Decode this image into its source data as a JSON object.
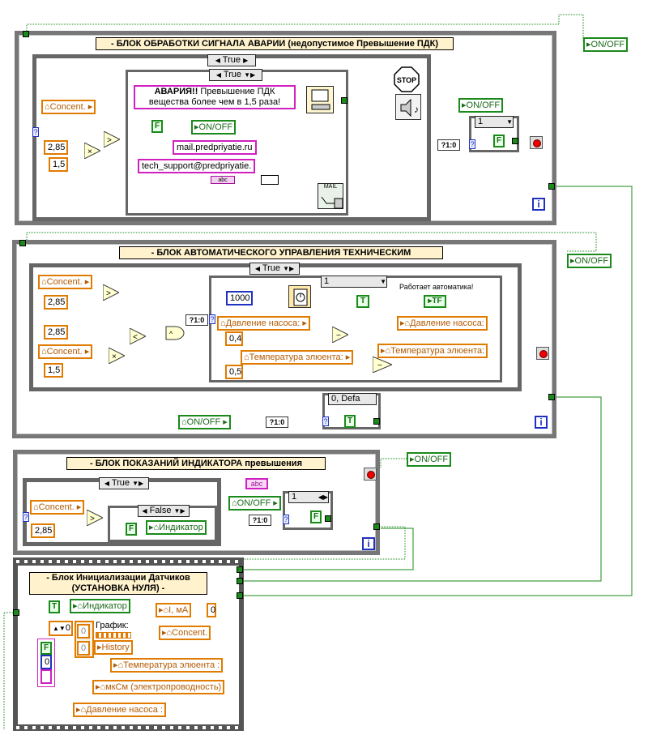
{
  "block1": {
    "title": "- БЛОК ОБРАБОТКИ СИГНАЛА АВАРИИ (недопустимое Превышение ПДК)",
    "outer_case": "True",
    "inner_case": "True",
    "concent": "Concent.",
    "const_285": "2,85",
    "const_15": "1,5",
    "alarm_text_bold": "АВАРИЯ!!",
    "alarm_text_rest": " Превышение ПДК вещества более чем в 1,5 раза!",
    "false_const": "F",
    "onoff_local": "ON/OFF",
    "email1": "mail.predpriyatie.ru",
    "email2": "tech_support@predpriyatie.",
    "mail_label": "MAIL",
    "stop_label": "STOP",
    "onoff_out": "ON/OFF",
    "case_right": "1",
    "f_const2": "F",
    "conv_label": "?1:0",
    "info": "i"
  },
  "onoff_top": "ON/OFF",
  "block2": {
    "title": "- БЛОК АВТОМАТИЧЕСКОГО УПРАВЛЕНИЯ ТЕХНИЧЕСКИМ",
    "case_label": "True",
    "concent1": "Concent.",
    "const_285a": "2,85",
    "const_285b": "2,85",
    "concent2": "Concent.",
    "const_15": "1,5",
    "conv_label": "?1:0",
    "wait_ms": "1000",
    "inner_case": "1",
    "auto_text": "Работает автоматика!",
    "true_const": "T",
    "tf_label": "TF",
    "pressure_in": "Давление насоса:",
    "pressure_out": "Давление насоса:",
    "const_04": "0,4",
    "temp_in": "Температура элюента:",
    "temp_out": "Температура элюента:",
    "const_05": "0,5",
    "default_case": "0, Defa",
    "onoff": "ON/OFF",
    "conv2": "?1:0",
    "true_const2": "T",
    "info": "i"
  },
  "onoff_right": "ON/OFF",
  "block3": {
    "title": "- БЛОК ПОКАЗАНИЙ ИНДИКАТОРА превышения",
    "case_label": "True",
    "concent": "Concent.",
    "const_285": "2,85",
    "inner_case": "False",
    "f_const": "F",
    "indicator": "Индикатор",
    "abc": "abc",
    "onoff": "ON/OFF",
    "case_right": "1",
    "conv": "?1:0",
    "f_const2": "F",
    "info": "i"
  },
  "onoff_block3": "ON/OFF",
  "block4": {
    "title_line1": "- Блок Инициализации Датчиков",
    "title_line2": "(УСТАНОВКА НУЛЯ) -",
    "t_const": "T",
    "indicator": "Индикатор",
    "i_ma": "I, мА",
    "zero_num": "0",
    "array_idx": "0",
    "arr_val1": "0",
    "arr_val2": "0",
    "graph_label": "График:",
    "history": "History",
    "concent": "Concent.",
    "f_const": "F",
    "zero_blue": "0",
    "temp": "Температура элюента :",
    "conductivity": "мкСм (электропроводность)",
    "pressure": "Давление насоса :"
  }
}
